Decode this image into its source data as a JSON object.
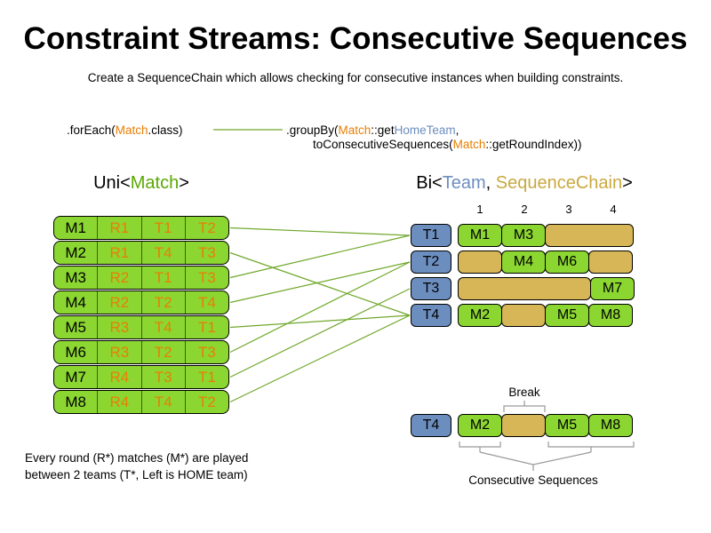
{
  "title": "Constraint Streams: Consecutive Sequences",
  "subtitle": "Create a SequenceChain which allows checking for consecutive instances when building constraints.",
  "code": {
    "foreach_pre": ".forEach(",
    "foreach_match": "Match",
    "foreach_post": ".class)",
    "groupby_pre": ".groupBy(",
    "groupby_match": "Match",
    "groupby_getter": "::get",
    "groupby_hometeam": "HomeTeam",
    "groupby_comma": ",",
    "line2_pre": "toConsecutiveSequences(",
    "line2_match": "Match",
    "line2_post": "::getRoundIndex))"
  },
  "uni_heading": {
    "pre": "Uni<",
    "match": "Match",
    "post": ">"
  },
  "bi_heading": {
    "pre": "Bi<",
    "team": "Team",
    "sep": ", ",
    "chain": "SequenceChain",
    "post": ">"
  },
  "match_table": {
    "rows": [
      {
        "m": "M1",
        "r": "R1",
        "t_home": "T1",
        "t_away": "T2"
      },
      {
        "m": "M2",
        "r": "R1",
        "t_home": "T4",
        "t_away": "T3"
      },
      {
        "m": "M3",
        "r": "R2",
        "t_home": "T1",
        "t_away": "T3"
      },
      {
        "m": "M4",
        "r": "R2",
        "t_home": "T2",
        "t_away": "T4"
      },
      {
        "m": "M5",
        "r": "R3",
        "t_home": "T4",
        "t_away": "T1"
      },
      {
        "m": "M6",
        "r": "R3",
        "t_home": "T2",
        "t_away": "T3"
      },
      {
        "m": "M7",
        "r": "R4",
        "t_home": "T3",
        "t_away": "T1"
      },
      {
        "m": "M8",
        "r": "R4",
        "t_home": "T4",
        "t_away": "T2"
      }
    ]
  },
  "schedule": {
    "columns": [
      "1",
      "2",
      "3",
      "4"
    ],
    "rows": [
      {
        "team": "T1",
        "cells": [
          {
            "kind": "match",
            "label": "M1"
          },
          {
            "kind": "match",
            "label": "M3"
          },
          {
            "kind": "gap",
            "span": 2
          }
        ]
      },
      {
        "team": "T2",
        "cells": [
          {
            "kind": "gap",
            "span": 1
          },
          {
            "kind": "match",
            "label": "M4"
          },
          {
            "kind": "match",
            "label": "M6"
          },
          {
            "kind": "gap",
            "span": 1
          }
        ]
      },
      {
        "team": "T3",
        "cells": [
          {
            "kind": "gap",
            "span": 3
          },
          {
            "kind": "match",
            "label": "M7"
          }
        ]
      },
      {
        "team": "T4",
        "cells": [
          {
            "kind": "match",
            "label": "M2"
          },
          {
            "kind": "gap",
            "span": 1
          },
          {
            "kind": "match",
            "label": "M5"
          },
          {
            "kind": "match",
            "label": "M8"
          }
        ]
      }
    ]
  },
  "detail": {
    "break_label": "Break",
    "team": "T4",
    "cells": [
      {
        "kind": "match",
        "label": "M2"
      },
      {
        "kind": "gap",
        "span": 1
      },
      {
        "kind": "match",
        "label": "M5"
      },
      {
        "kind": "match",
        "label": "M8"
      }
    ],
    "sequences_label": "Consecutive Sequences"
  },
  "footnote": {
    "line1": "Every round (R*) matches (M*) are played",
    "line2": "between 2 teams (T*, Left is HOME team)"
  },
  "colors": {
    "box_green": "#8CD631",
    "box_blue": "#6C8EBF",
    "box_tan": "#D6B656",
    "text_orange": "#E87E04",
    "text_blue": "#6C8EBF",
    "text_green": "#5AA800",
    "text_tan": "#C9A93F",
    "line_green": "#70A82C",
    "bracket_gray": "#9A9A9A"
  }
}
